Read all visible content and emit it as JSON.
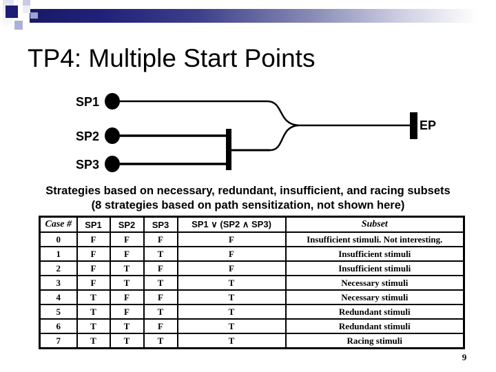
{
  "slide": {
    "title": "TP4: Multiple Start Points",
    "page_number": "9"
  },
  "colors": {
    "accent_navy": "#1d1d75",
    "bar_gradient_start": "#191968",
    "bar_gradient_end": "#ffffff",
    "text": "#000000"
  },
  "diagram": {
    "sp1_label": "SP1",
    "sp2_label": "SP2",
    "sp3_label": "SP3",
    "ep_label": "EP"
  },
  "strategies": {
    "line1": "Strategies based on necessary, redundant, insufficient, and racing subsets",
    "line2": "(8 strategies based on path sensitization, not shown here)"
  },
  "table": {
    "headers": [
      "Case #",
      "SP1",
      "SP2",
      "SP3",
      "SP1 ∨ (SP2 ∧ SP3)",
      "Subset"
    ],
    "rows": [
      [
        "0",
        "F",
        "F",
        "F",
        "F",
        "Insufficient stimuli. Not interesting."
      ],
      [
        "1",
        "F",
        "F",
        "T",
        "F",
        "Insufficient stimuli"
      ],
      [
        "2",
        "F",
        "T",
        "F",
        "F",
        "Insufficient stimuli"
      ],
      [
        "3",
        "F",
        "T",
        "T",
        "T",
        "Necessary stimuli"
      ],
      [
        "4",
        "T",
        "F",
        "F",
        "T",
        "Necessary stimuli"
      ],
      [
        "5",
        "T",
        "F",
        "T",
        "T",
        "Redundant stimuli"
      ],
      [
        "6",
        "T",
        "T",
        "F",
        "T",
        "Redundant stimuli"
      ],
      [
        "7",
        "T",
        "T",
        "T",
        "T",
        "Racing stimuli"
      ]
    ]
  }
}
